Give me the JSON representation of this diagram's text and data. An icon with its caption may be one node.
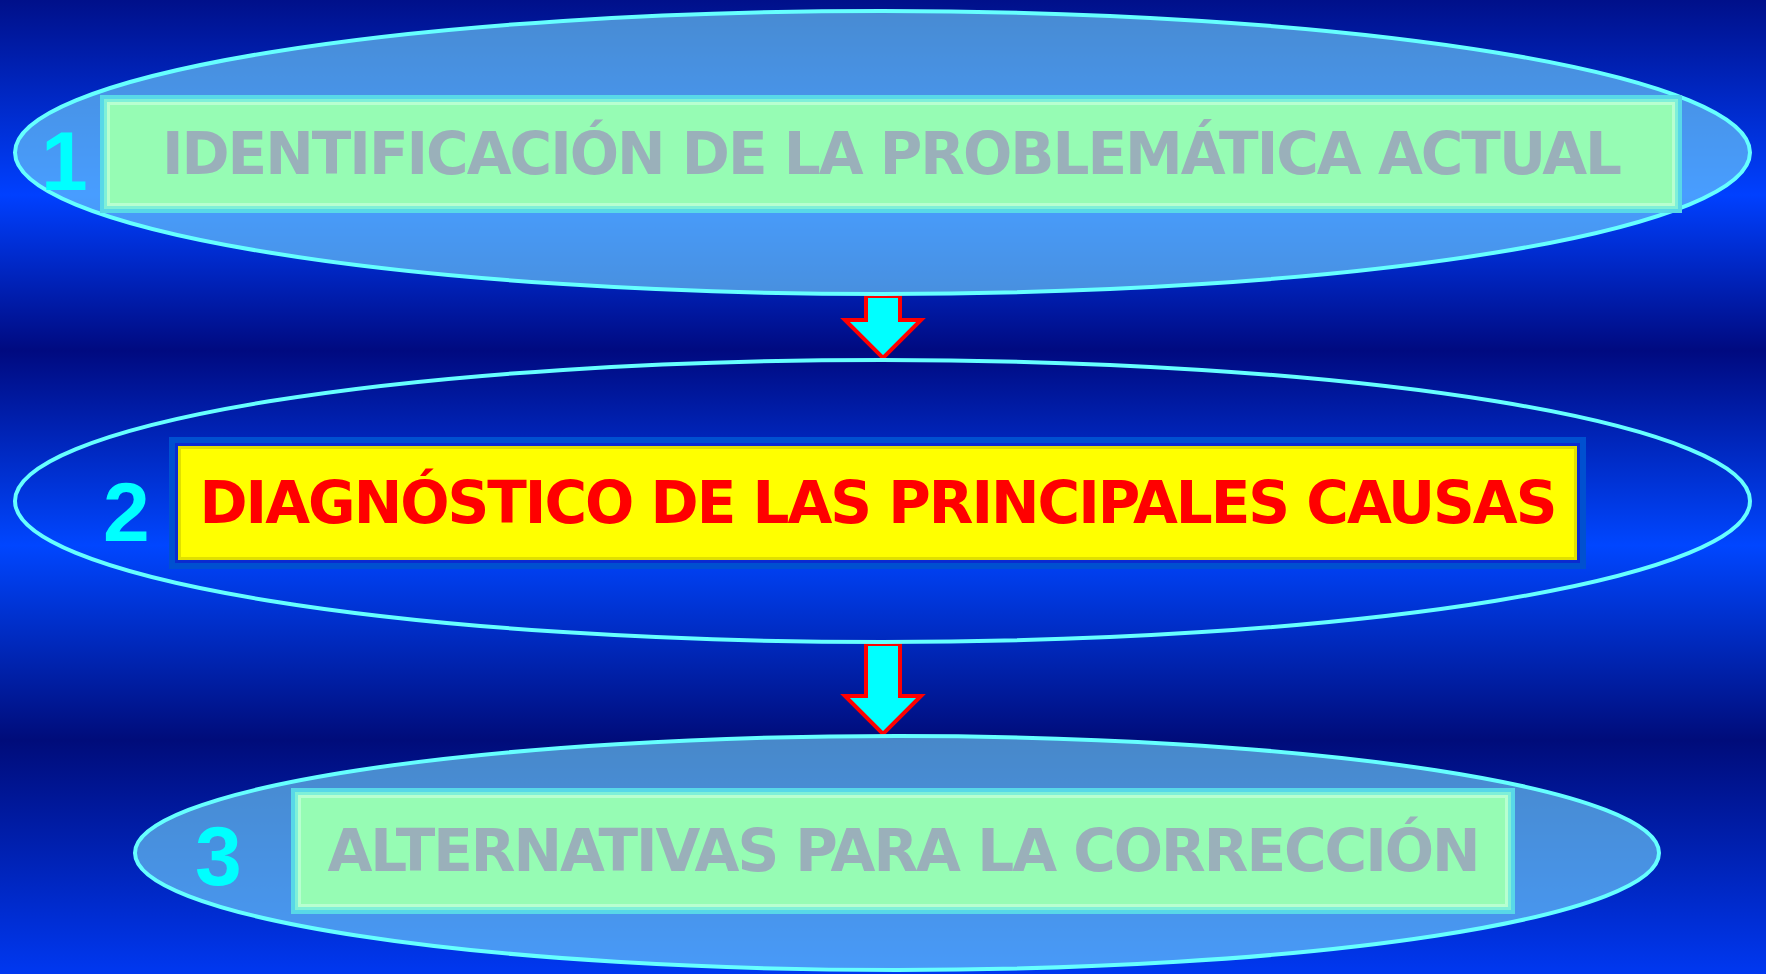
{
  "diagram": {
    "nodes": [
      {
        "text": [
          "1"
        ]
      },
      {
        "text": [
          "IDENTIFICACIÓN DE LA PROBLEMÁTICA ACTUAL"
        ],
        "in": 0
      },
      {
        "text": [
          "2"
        ]
      },
      {
        "text": [
          "DIAGNÓSTICO DE LAS PRINCIPALES CAUSAS"
        ],
        "in": 2
      },
      {
        "text": [
          "3"
        ]
      },
      {
        "text": [
          "ALTERNATIVAS PARA LA CORRECCIÓN"
        ],
        "in": 4
      }
    ],
    "edges": [
      {
        "from": 0,
        "to": 2,
        "arrow": "to"
      },
      {
        "from": 2,
        "to": 4,
        "arrow": "to"
      }
    ]
  }
}
